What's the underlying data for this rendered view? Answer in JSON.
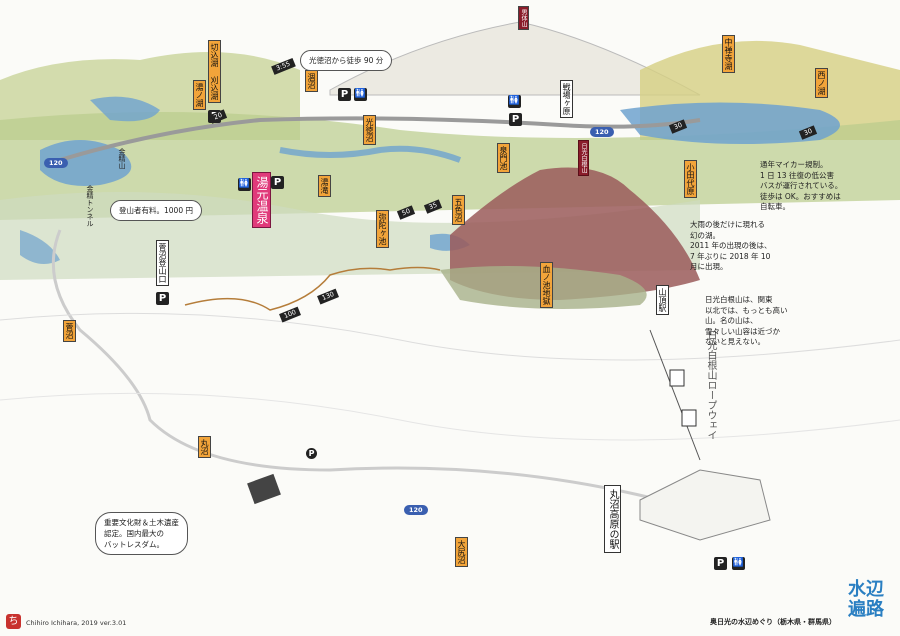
{
  "labels": {
    "nantaisan": "男体山",
    "kirikomi_karikomi": "切込湖 刈込湖",
    "karenuma": "涸沼",
    "yunoko": "湯ノ湖",
    "kotokunuma": "光徳沼",
    "senjogahara": "戦場ヶ原",
    "chuzenjiko": "中禅寺湖",
    "sainoko": "西ノ湖",
    "yumoto_onsen": "湯元温泉",
    "izumimonike": "泉門池",
    "nikko_shiranesan": "日光白根山",
    "odashirogahara": "小田代原",
    "yunotaki": "湯滝",
    "goshikinuma": "五色沼",
    "yashaga_ike": "弥陀ヶ池",
    "chinoike_jigoku": "血ノ池地獄",
    "konseiyama": "金精山",
    "konsei_tunnel": "金精トンネル",
    "suganuma_tozanguchi": "菅沼登山口",
    "suganuma": "菅沼",
    "marunuma": "丸沼",
    "ohjirinuma": "大尻沼",
    "sancho_eki": "山頂駅",
    "marunuma_kogen_eki": "丸沼高原の駅",
    "ropeway": "日光白根山ロープウェイ"
  },
  "notes": {
    "kotoku_walk": "光徳沼から徒歩 90 分",
    "tozan_fee": "登山者有料。1000 円",
    "mycar": "通年マイカー規制。\n1 日 13 往復の低公害\nバスが運行されている。\n徒歩は OK。おすすめは\n自転車。",
    "maboroshi": "大雨の後だけに現れる\n幻の湖。\n2011 年の出現の後は、\n7 年ぶりに 2018 年 10\n月に出現。",
    "shirane_note": "日光白根山は、関東\n以北では、もっとも高い\n山。名の山は、\n雪々しい山容は近づか\nないと見えない。",
    "dam_note": "重要文化財＆土木遺産\n認定。国内最大の\nバットレスダム。"
  },
  "routes": {
    "r120": "120"
  },
  "times": {
    "t355": "3:55",
    "t20": "20",
    "t30": "30",
    "t30b": "30",
    "t50": "50",
    "t35": "35",
    "t130": "130",
    "t100": "100"
  },
  "icons": {
    "parking": "P",
    "toilet": "🚻"
  },
  "footer": {
    "credit": "Chihiro Ichihara, 2019 ver.3.01",
    "title": "奥日光の水辺めぐり（栃木県・群馬県）",
    "logo_1": "水辺",
    "logo_2": "遍路",
    "chi": "ち"
  },
  "colors": {
    "label_orange": "#f2a43a",
    "label_red": "#8a1c2a",
    "label_pink": "#e03a7a",
    "route_blue": "#3a5fb0",
    "water_blue": "#6ea2cf"
  }
}
